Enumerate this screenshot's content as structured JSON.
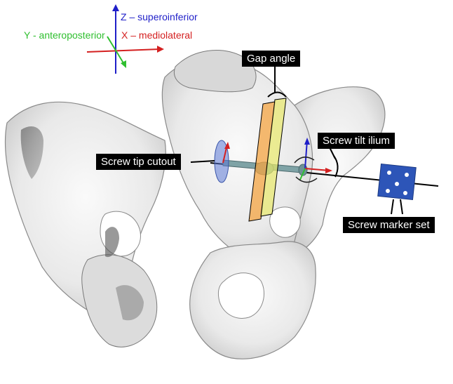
{
  "axes": {
    "z": {
      "label": "Z – superoinferior",
      "color": "#1f1fc8"
    },
    "y": {
      "label": "Y - anteroposterior",
      "color": "#2fbf2f"
    },
    "x": {
      "label": "X – mediolateral",
      "color": "#d42020"
    }
  },
  "callouts": {
    "gap_angle": "Gap angle",
    "screw_tip_cutout": "Screw tip cutout",
    "screw_tilt_ilium": "Screw tilt ilium",
    "screw_marker_set": "Screw marker set"
  },
  "colors": {
    "bone_fill": "#f1f1f1",
    "bone_stroke": "#8a8a8a",
    "plane_orange": "#f4a442",
    "plane_yellow": "#e8e86a",
    "screw": "#7fa3a6",
    "tip_disc": "#5b78d6",
    "marker": "#2d55b8"
  }
}
